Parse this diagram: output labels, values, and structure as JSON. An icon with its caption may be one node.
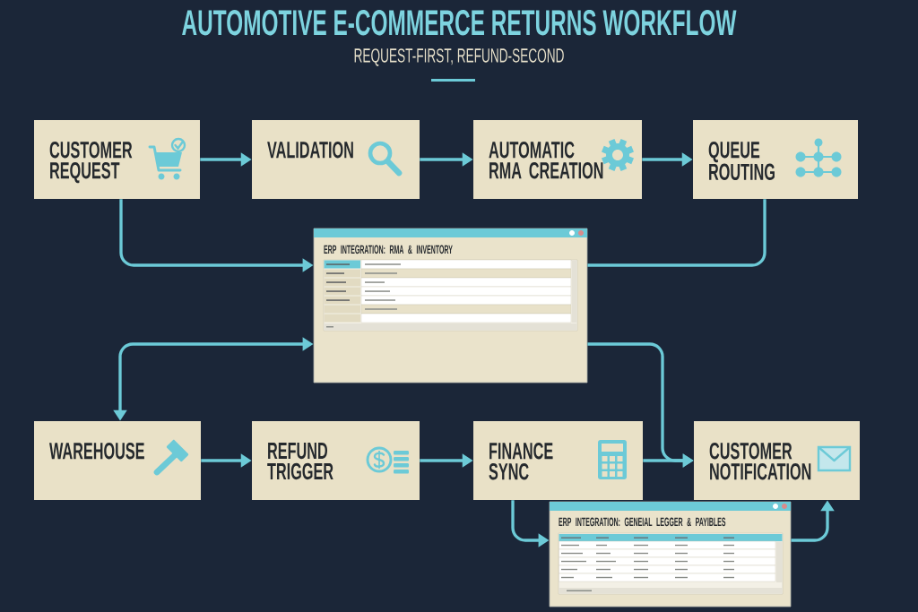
{
  "diagram": {
    "title": "AUTOMOTIVE E-COMMERCE RETURNS WORKFLOW",
    "nodes": [
      {
        "text": [
          "CUSTOMER REQUEST"
        ]
      },
      {
        "text": [
          "VALIDATION"
        ]
      },
      {
        "text": [
          "AUTOMATIC RMA CREATION"
        ]
      },
      {
        "text": [
          "QUEUE ROUTING"
        ]
      },
      {
        "text": [
          "ERP INTEGRATION: RMA & INVENTORY"
        ]
      },
      {
        "text": [
          "WAREHOUSE"
        ]
      },
      {
        "text": [
          "REFUND TRIGGER"
        ]
      },
      {
        "text": [
          "FINANCE SYNC"
        ]
      },
      {
        "text": [
          "CUSTOMER NOTIFICATION"
        ]
      },
      {
        "text": [
          "ERP INTEGRATION: GENEIAL LEGGER & PAYIBLES"
        ]
      }
    ],
    "edges": [
      {
        "from": 0,
        "to": 1,
        "arrow": "to"
      },
      {
        "from": 1,
        "to": 2,
        "arrow": "to"
      },
      {
        "from": 2,
        "to": 3,
        "arrow": "to"
      },
      {
        "from": 0,
        "to": 4,
        "arrow": "to"
      },
      {
        "from": 3,
        "to": 4,
        "arrow": "none"
      },
      {
        "from": 4,
        "to": 5,
        "arrow": "both"
      },
      {
        "from": 5,
        "to": 6,
        "arrow": "to"
      },
      {
        "from": 6,
        "to": 7,
        "arrow": "to"
      },
      {
        "from": 7,
        "to": 8,
        "arrow": "to"
      },
      {
        "from": 4,
        "to": 8,
        "arrow": "to"
      },
      {
        "from": 7,
        "to": 9,
        "arrow": "to"
      },
      {
        "from": 9,
        "to": 8,
        "arrow": "to"
      }
    ],
    "labels": [
      "REQUEST-FIRST, REFUND-SECOND"
    ]
  }
}
